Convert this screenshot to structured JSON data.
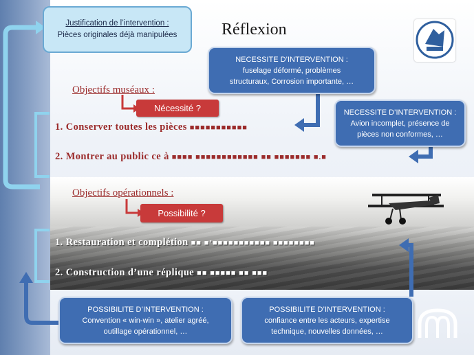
{
  "title": "Réflexion",
  "justification": {
    "line1": "Justification de l’intervention :",
    "line2": "Pièces originales déjà manipulées"
  },
  "necessite_1": {
    "header": "NECESSITE D’INTERVENTION :",
    "line1": "fuselage déformé, problèmes",
    "line2": "structuraux, Corrosion importante, …"
  },
  "necessite_2": {
    "header": "NECESSITE D’INTERVENTION :",
    "line1": "Avion incomplet,  présence de",
    "line2": "pièces non conformes, …"
  },
  "objectifs_museaux": {
    "heading": "Objectifs muséaux  :",
    "badge": "Nécessité ?",
    "item1_text": "1.  Conserver  toutes  les  pièces",
    "item1_glyphs": "■■■■■■■■■■■",
    "item2_text": "2.  Montrer  au  public  ce  à",
    "item2_glyphs": "■■■■ ■■■■■■■■■■■■ ■■ ■■■■■■■ ■.■"
  },
  "objectifs_operationnels": {
    "heading": "Objectifs opérationnels  :",
    "badge": "Possibilité ?",
    "item1_text": "1.  Restauration  et  complétion",
    "item1_glyphs": "■■ ■’■■■■■■■■■■■ ■■■■■■■■",
    "item2_text": "2.  Construction  d’une  réplique",
    "item2_glyphs": "■■ ■■■■■ ■■ ■■■"
  },
  "possibilite_1": {
    "header": "POSSIBILITE D’INTERVENTION :",
    "line1": "Convention « win-win », atelier agréé,",
    "line2": "outillage opérationnel, …"
  },
  "possibilite_2": {
    "header": "POSSIBILITE D’INTERVENTION :",
    "line1": "confiance entre les acteurs, expertise",
    "line2": "technique, nouvelles données, …"
  },
  "colors": {
    "dark_box": "#3f6db2",
    "light_box": "#c8e7f6",
    "badge": "#c83a3a",
    "heading": "#9b2b2b",
    "connector": "#8fd3ee"
  },
  "icons": [
    "museum-logo",
    "biplane-image",
    "arch-logo"
  ]
}
